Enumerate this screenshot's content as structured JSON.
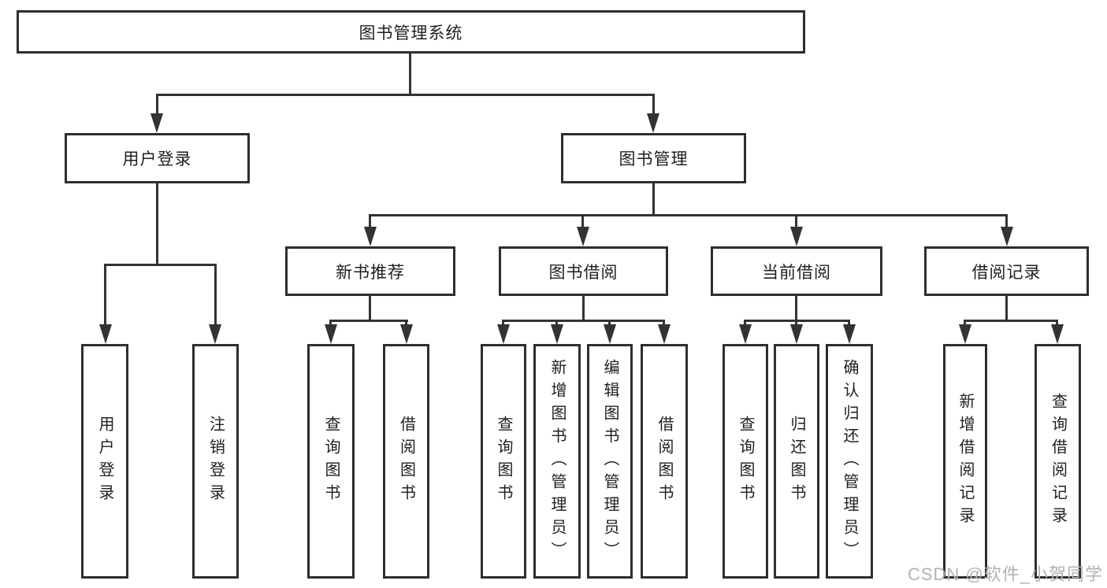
{
  "diagram": {
    "type": "hierarchy-diagram",
    "root": {
      "label": "图书管理系统",
      "children": [
        {
          "label": "用户登录",
          "children": [
            {
              "label": "用户登录"
            },
            {
              "label": "注销登录"
            }
          ]
        },
        {
          "label": "图书管理",
          "children": [
            {
              "label": "新书推荐",
              "children": [
                {
                  "label": "查询图书"
                },
                {
                  "label": "借阅图书"
                }
              ]
            },
            {
              "label": "图书借阅",
              "children": [
                {
                  "label": "查询图书"
                },
                {
                  "label": "新增图书（管理员）"
                },
                {
                  "label": "编辑图书（管理员）"
                },
                {
                  "label": "借阅图书"
                }
              ]
            },
            {
              "label": "当前借阅",
              "children": [
                {
                  "label": "查询图书"
                },
                {
                  "label": "归还图书"
                },
                {
                  "label": "确认归还（管理员）"
                }
              ]
            },
            {
              "label": "借阅记录",
              "children": [
                {
                  "label": "新增借阅记录"
                },
                {
                  "label": "查询借阅记录"
                }
              ]
            }
          ]
        }
      ]
    }
  },
  "watermark": {
    "text": "CSDN @软件_小贺同学"
  },
  "colors": {
    "line": "#333333",
    "box_border": "#2e2e2e",
    "text": "#1f1f1f",
    "background": "#ffffff",
    "watermark": "#b2b2b2"
  }
}
